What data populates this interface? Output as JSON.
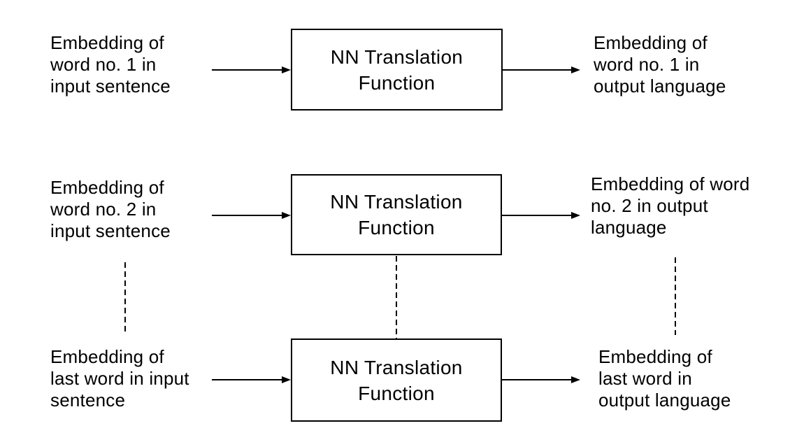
{
  "diagram": {
    "background": "#ffffff",
    "line_color": "#000000",
    "text_color": "#000000",
    "box_label": "NN Translation\nFunction",
    "rows": [
      {
        "input_label": "Embedding of\nword no. 1 in\ninput sentence",
        "output_label": "Embedding of\nword no. 1 in\noutput language"
      },
      {
        "input_label": "Embedding of\nword no. 2 in\ninput sentence",
        "output_label": "Embedding of word\nno. 2 in output\nlanguage"
      },
      {
        "input_label": "Embedding of\nlast word in input\nsentence",
        "output_label": "Embedding of\nlast word in\noutput language"
      }
    ],
    "ellipsis_meaning": "continuation dots between word no. 2 and last word"
  }
}
